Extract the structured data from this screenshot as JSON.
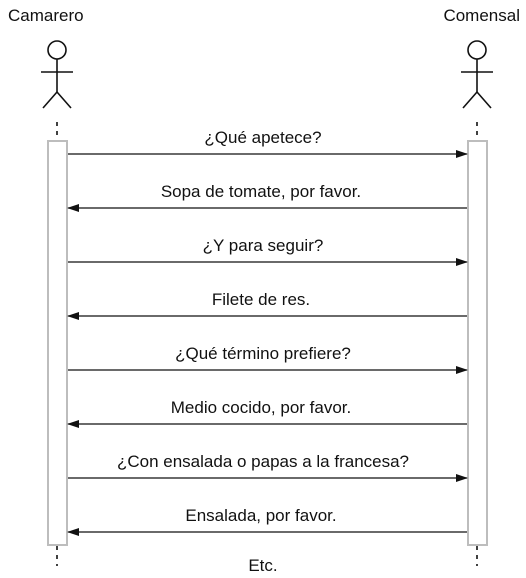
{
  "actors": {
    "left": "Camarero",
    "right": "Comensal"
  },
  "messages": [
    {
      "text": "¿Qué apetece?",
      "direction": "left-to-right"
    },
    {
      "text": "Sopa de tomate, por favor.",
      "direction": "right-to-left"
    },
    {
      "text": "¿Y para seguir?",
      "direction": "left-to-right"
    },
    {
      "text": "Filete de res.",
      "direction": "right-to-left"
    },
    {
      "text": "¿Qué término prefiere?",
      "direction": "left-to-right"
    },
    {
      "text": "Medio cocido, por favor.",
      "direction": "right-to-left"
    },
    {
      "text": "¿Con ensalada o papas a la francesa?",
      "direction": "left-to-right"
    },
    {
      "text": "Ensalada, por favor.",
      "direction": "right-to-left"
    }
  ],
  "footer": "Etc."
}
